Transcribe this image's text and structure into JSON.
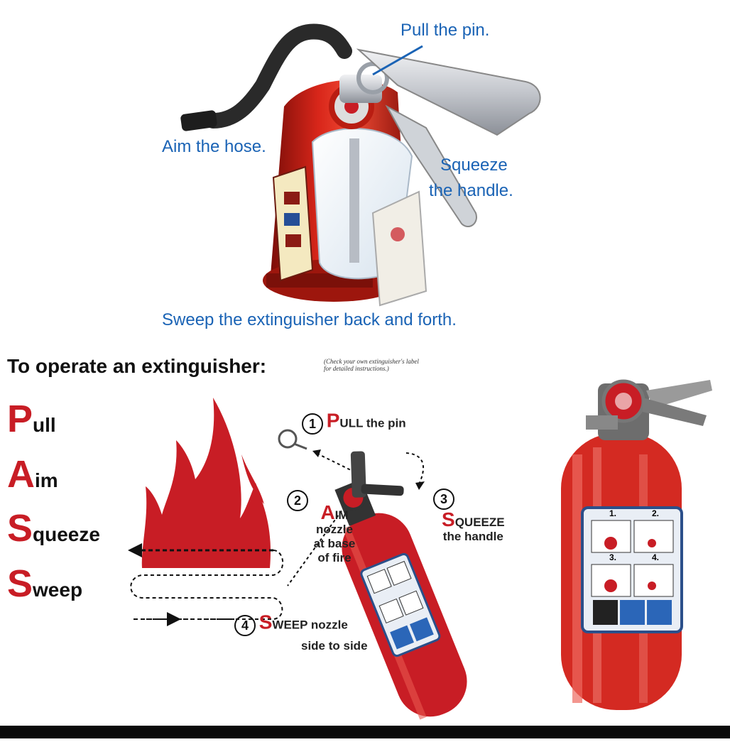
{
  "top_labels": {
    "pull": "Pull the pin.",
    "aim": "Aim the hose.",
    "squeeze_line1": "Squeeze",
    "squeeze_line2": "the handle.",
    "sweep": "Sweep the extinguisher back and forth."
  },
  "heading": {
    "title": "To operate an extinguisher:",
    "note_line1": "(Check your own extinguisher's label",
    "note_line2": "for detailed instructions.)"
  },
  "pass": [
    {
      "letter": "P",
      "rest": "ull"
    },
    {
      "letter": "A",
      "rest": "im"
    },
    {
      "letter": "S",
      "rest": "queeze"
    },
    {
      "letter": "S",
      "rest": "weep"
    }
  ],
  "steps": {
    "pull": {
      "num": "1",
      "lead": "P",
      "caps": "ULL",
      "text": " the pin"
    },
    "aim": {
      "num": "2",
      "lead": "A",
      "caps": "IM",
      "line1": "nozzle",
      "line2": "at base",
      "line3": "of fire"
    },
    "squeeze": {
      "num": "3",
      "lead": "S",
      "caps": "QUEEZE",
      "line1": "the handle"
    },
    "sweep": {
      "num": "4",
      "lead": "S",
      "caps": "WEEP",
      "text": " nozzle",
      "line2": "side to side"
    }
  },
  "panel_numbers": [
    "1.",
    "2.",
    "3.",
    "4."
  ],
  "colors": {
    "accent_red": "#c81d25",
    "label_blue": "#1a63b5"
  }
}
